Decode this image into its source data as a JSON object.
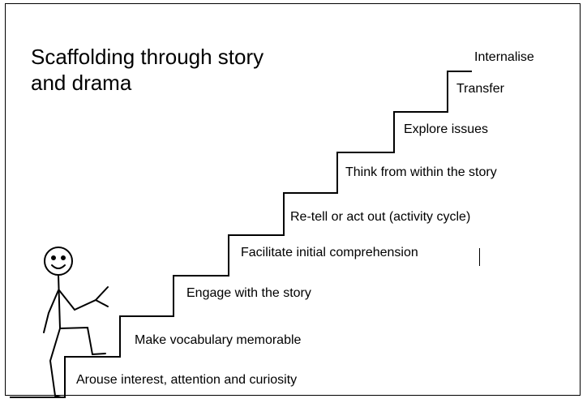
{
  "title": {
    "line1": "Scaffolding through story",
    "line2": "and drama"
  },
  "steps": [
    "Arouse interest, attention and curiosity",
    "Make vocabulary memorable",
    "Engage with the story",
    "Facilitate initial comprehension",
    "Re-tell or act out (activity cycle)",
    "Think from within the story",
    "Explore issues",
    "Transfer",
    "Internalise"
  ]
}
